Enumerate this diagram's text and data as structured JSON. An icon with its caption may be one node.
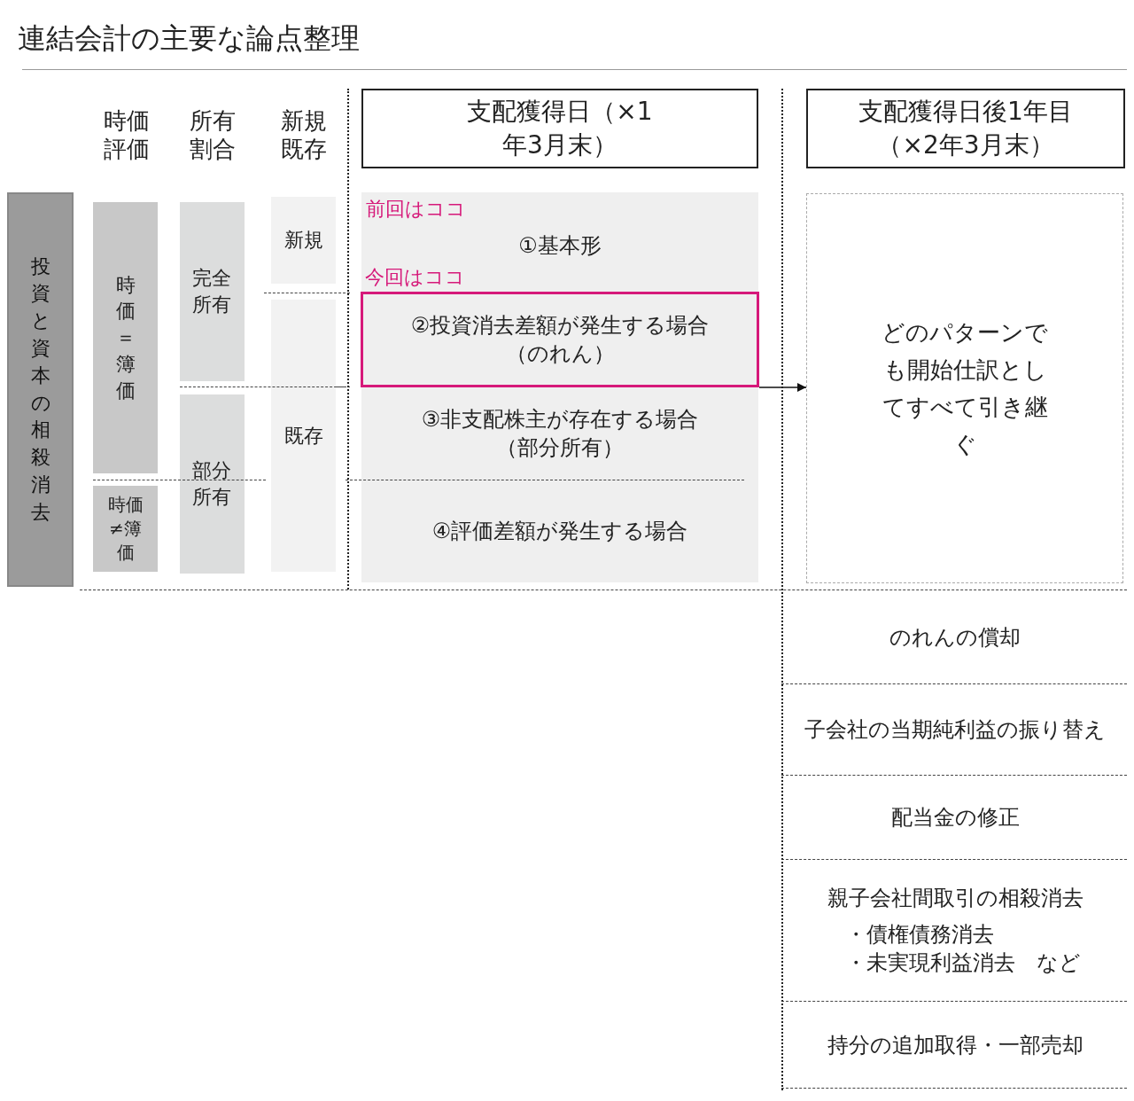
{
  "diagram": {
    "title": "連結会計の主要な論点整理",
    "nodes": [
      {
        "text": [
          "投資と資本の相殺消去"
        ]
      },
      {
        "text": [
          "時価＝簿価"
        ]
      },
      {
        "text": [
          "時価≠簿価"
        ]
      },
      {
        "text": [
          "完全所有"
        ]
      },
      {
        "text": [
          "部分所有"
        ]
      },
      {
        "text": [
          "新規"
        ]
      },
      {
        "text": [
          "既存"
        ]
      },
      {
        "text": [
          "支配獲得日（×1年3月末）"
        ]
      },
      {
        "text": [
          "支配獲得日後1年目（×2年3月末）"
        ]
      },
      {
        "text": [
          "①基本形"
        ],
        "beside": [
          "前回はココ"
        ]
      },
      {
        "text": [
          "②投資消去差額が発生する場合（のれん）"
        ],
        "beside": [
          "今回はココ"
        ]
      },
      {
        "text": [
          "③非支配株主が存在する場合（部分所有）"
        ]
      },
      {
        "text": [
          "④評価差額が発生する場合"
        ]
      },
      {
        "text": [
          "どのパターンでも開始仕訳としてすべて引き継ぐ"
        ]
      },
      {
        "text": [
          "のれんの償却"
        ]
      },
      {
        "text": [
          "子会社の当期純利益の振り替え"
        ]
      },
      {
        "text": [
          "配当金の修正"
        ]
      },
      {
        "text": [
          "親子会社間取引の相殺消去",
          "・債権債務消去",
          "・未実現利益消去　など"
        ]
      },
      {
        "text": [
          "持分の追加取得・一部売却"
        ]
      }
    ],
    "edges": [
      {
        "from": 10,
        "to": 13,
        "arrow": "to"
      }
    ],
    "labels": [
      "時価評価",
      "所有割合",
      "新規既存"
    ]
  }
}
